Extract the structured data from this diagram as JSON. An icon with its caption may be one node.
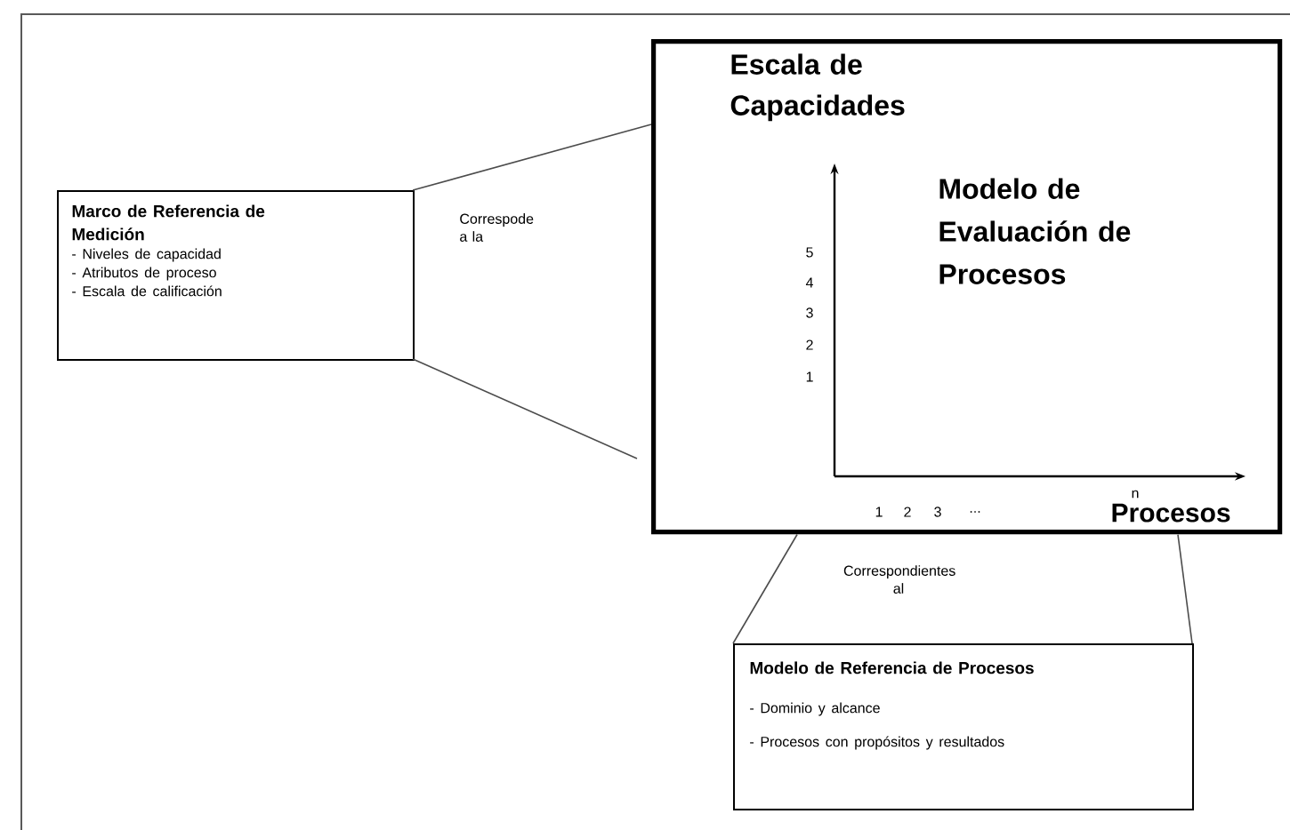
{
  "diagram": {
    "nodes": [
      {
        "text": [
          "Marco de Referencia de Medición",
          "- Niveles de capacidad",
          "- Atributos de proceso",
          "- Escala de calificación"
        ]
      },
      {
        "text": [
          "Escala de Capacidades",
          "Modelo de Evaluación de Procesos",
          "Procesos"
        ]
      },
      {
        "text": [
          "Modelo de Referencia de Procesos",
          "- Dominio y alcance",
          "- Procesos con propósitos y resultados"
        ]
      }
    ],
    "edges": [
      {
        "from": 0,
        "to": 1,
        "arrow": "none",
        "label": "Correspode a la"
      },
      {
        "from": 0,
        "to": 1,
        "arrow": "none"
      },
      {
        "from": 1,
        "to": 2,
        "arrow": "none",
        "label": "Correspondientes al"
      },
      {
        "from": 1,
        "to": 2,
        "arrow": "none"
      }
    ],
    "labels": [
      "5",
      "4",
      "3",
      "2",
      "1",
      "1",
      "2",
      "3",
      "...",
      "n"
    ]
  }
}
